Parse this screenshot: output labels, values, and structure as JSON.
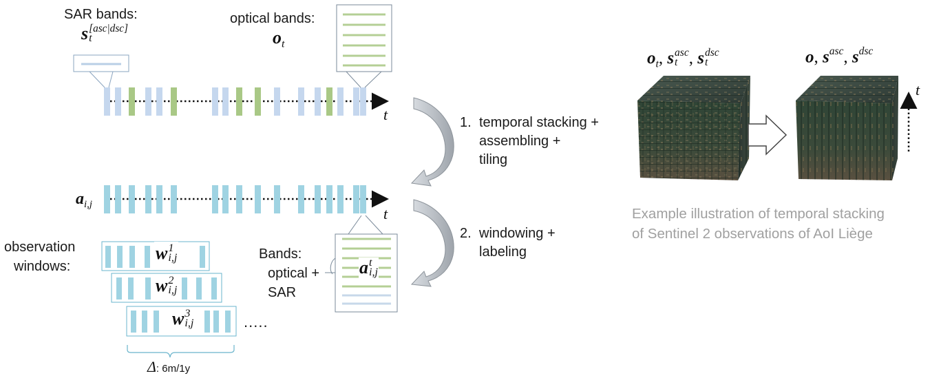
{
  "labels": {
    "sar_bands": "SAR bands:",
    "optical_bands": "optical bands:",
    "obs_windows_1": "observation",
    "obs_windows_2": "windows:",
    "bands_1": "Bands:",
    "bands_2": "optical +",
    "bands_3": "SAR",
    "dots": "....."
  },
  "symbols": {
    "s": "s",
    "s_sub": "t",
    "s_sup": "[asc|dsc]",
    "o": "o",
    "o_sub": "t",
    "a": "a",
    "a_sub": "i,j",
    "t": "t",
    "w": "w",
    "w_sub": "i,j",
    "w_sup_1": "1",
    "w_sup_2": "2",
    "w_sup_3": "3",
    "a_tile_sup": "t",
    "delta": "Δ",
    "delta_value": ": 6m/1y",
    "stack_left_o": "o",
    "stack_left_sep": ", ",
    "stack_left_s": "s",
    "stack_left_sub": "t",
    "stack_left_sup_asc": "asc",
    "stack_left_sup_dsc": "dsc",
    "stack_right": "o",
    "stack_right_sep": ", ",
    "stack_right_s": "s",
    "stack_right_sup_asc": "asc",
    "stack_right_sup_dsc": "dsc"
  },
  "steps": [
    {
      "num": "1.",
      "lines": [
        "temporal stacking +",
        "assembling +",
        "tiling"
      ]
    },
    {
      "num": "2.",
      "lines": [
        "windowing +",
        "labeling"
      ]
    }
  ],
  "caption": {
    "line1": "Example illustration of temporal stacking",
    "line2": "of Sentinel 2 observations of AoI Liège"
  },
  "colors": {
    "sar": "#c5d7ee",
    "optical": "#a9c886",
    "assembled": "#9fd3e2",
    "window_border": "#6ab4cc",
    "caption": "#a0a0a0"
  },
  "timeline_top": [
    "sar",
    "sar",
    "optical",
    "sar",
    "sar",
    "optical",
    "sar",
    "sar",
    "optical",
    "optical",
    "sar",
    "sar",
    "sar",
    "optical",
    "sar",
    "sar",
    "sar",
    "optical"
  ]
}
